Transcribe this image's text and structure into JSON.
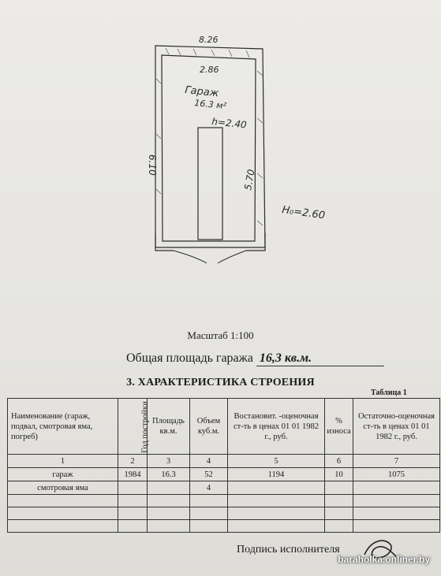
{
  "plan": {
    "outer_width": "8.26",
    "inner_width": "2.86",
    "room_name": "Гараж",
    "room_area": "16.3 м²",
    "inner_height": "h=2.40",
    "outer_length": "6.10",
    "inner_length": "5.70",
    "building_height": "H₀=2.60"
  },
  "scale_text": "Масштаб 1:100",
  "area": {
    "label": "Общая площадь гаража",
    "value": "16,3 кв.м."
  },
  "section_title": "3. ХАРАКТЕРИСТИКА СТРОЕНИЯ",
  "table_label": "Таблица 1",
  "table": {
    "headers": [
      "Наименование (гараж, подвал, смотровая яма, погреб)",
      "Год постройки",
      "Площадь кв.м.",
      "Объем куб.м.",
      "Востановит. -оценочная ст-ть в ценах 01 01 1982 г., руб.",
      "% износа",
      "Остаточно-оценочная ст-ть в ценах 01 01 1982 г., руб."
    ],
    "numbers": [
      "1",
      "2",
      "3",
      "4",
      "5",
      "6",
      "7"
    ],
    "rows": [
      [
        "гараж",
        "1984",
        "16.3",
        "52",
        "1194",
        "10",
        "1075"
      ],
      [
        "смотровая яма",
        "",
        "",
        "4",
        "",
        "",
        ""
      ]
    ]
  },
  "signature_label": "Подпись исполнителя",
  "watermark": "baraholka.onliner.by"
}
